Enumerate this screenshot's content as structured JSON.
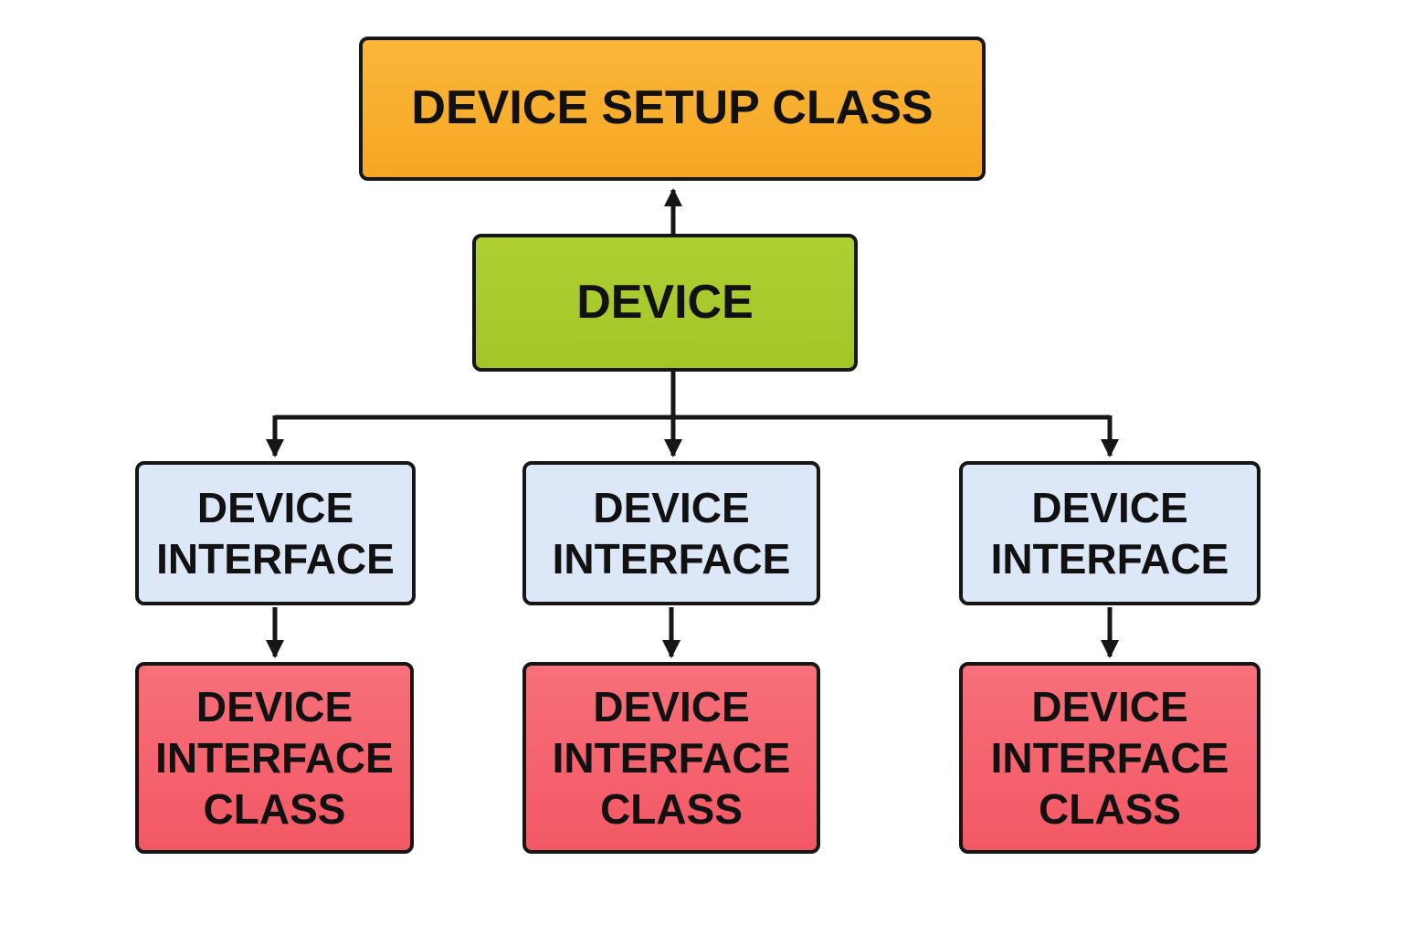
{
  "diagram": {
    "nodes": {
      "device_setup_class": {
        "label": "DEVICE SETUP CLASS"
      },
      "device": {
        "label": "DEVICE"
      },
      "device_interfaces": [
        {
          "label": "DEVICE INTERFACE"
        },
        {
          "label": "DEVICE INTERFACE"
        },
        {
          "label": "DEVICE INTERFACE"
        }
      ],
      "device_interface_classes": [
        {
          "label": "DEVICE INTERFACE CLASS"
        },
        {
          "label": "DEVICE INTERFACE CLASS"
        },
        {
          "label": "DEVICE INTERFACE CLASS"
        }
      ]
    },
    "edges": [
      "device -> device_setup_class",
      "device -> device_interface_1",
      "device -> device_interface_2",
      "device -> device_interface_3",
      "device_interface_1 -> device_interface_class_1",
      "device_interface_2 -> device_interface_class_2",
      "device_interface_3 -> device_interface_class_3"
    ]
  },
  "colors": {
    "setup": "#f6a723",
    "setup_light": "#fbb63a",
    "device": "#a3c627",
    "device_light": "#aecf32",
    "iface": "#dce7f8",
    "iface_class": "#f25864",
    "iface_class_light": "#f7707a",
    "border": "#161616",
    "line": "#161616"
  }
}
